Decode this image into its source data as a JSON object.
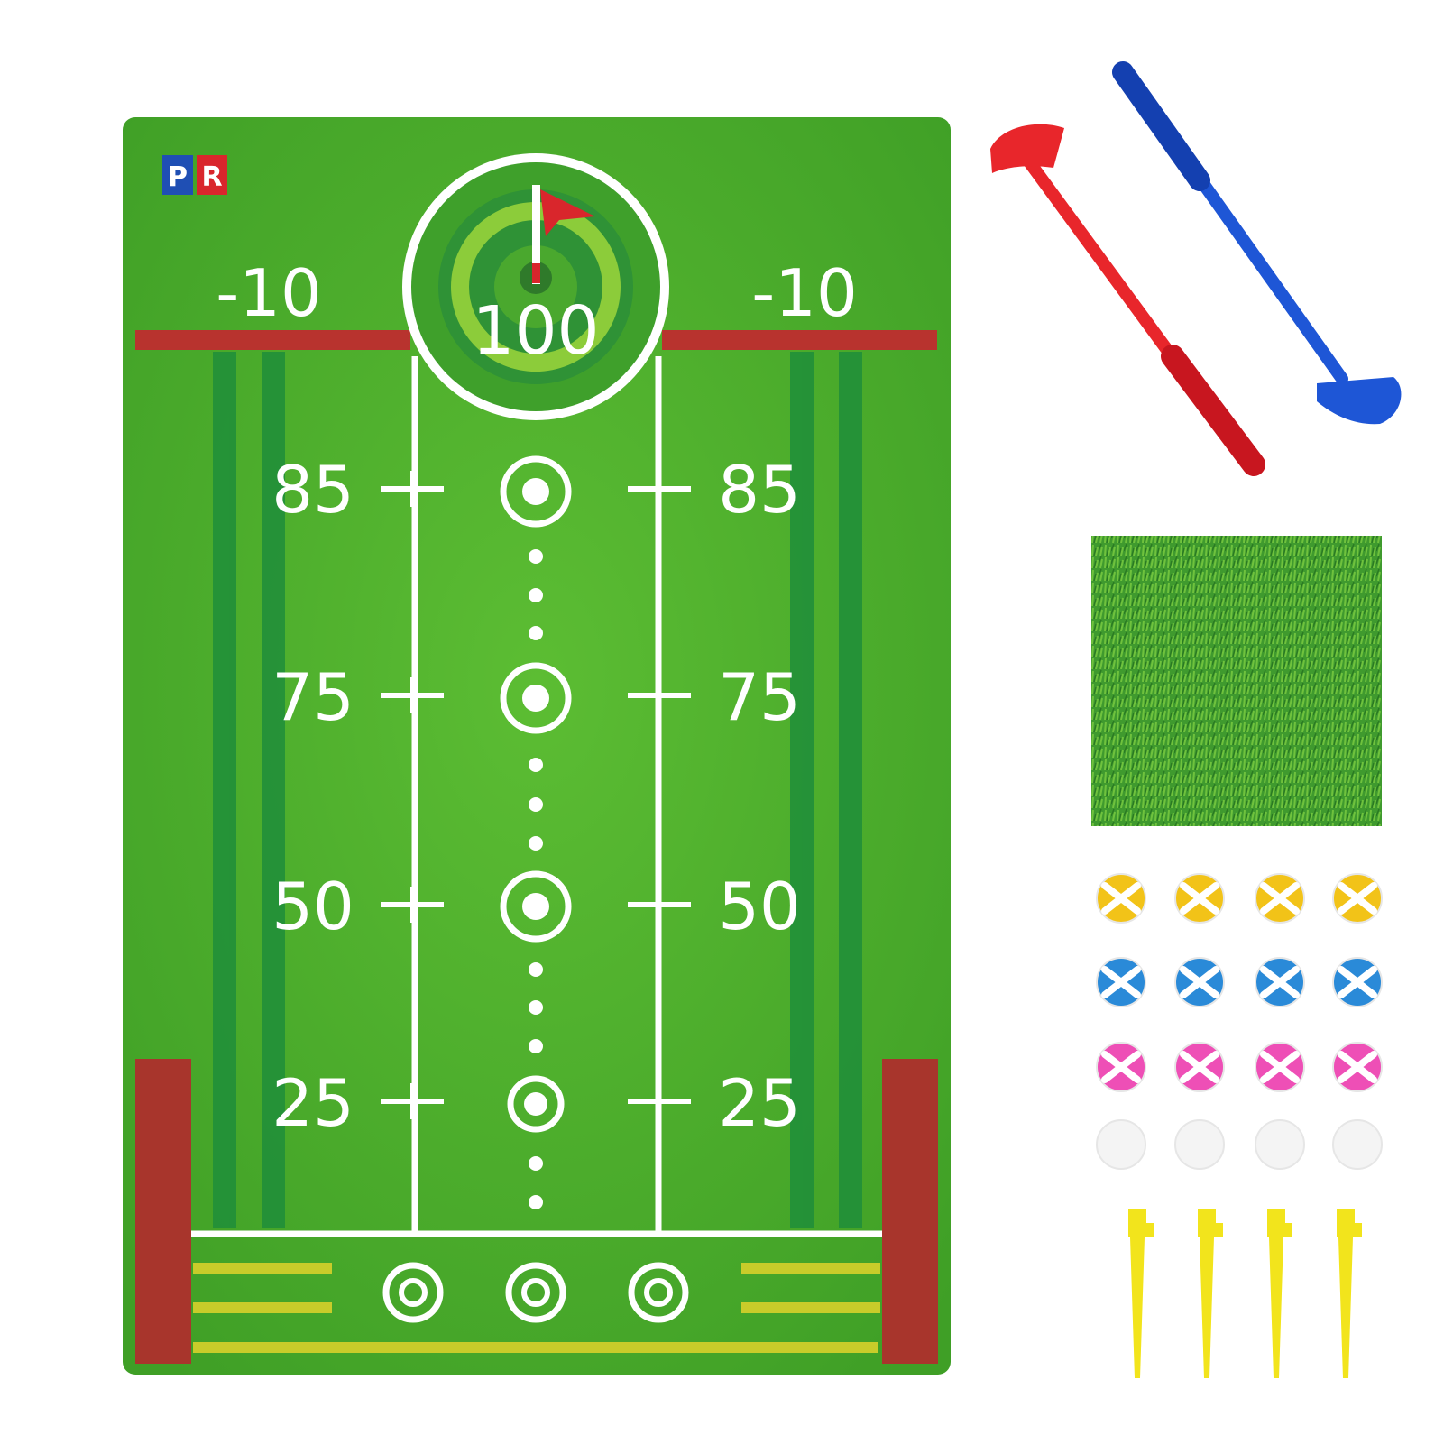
{
  "brand": {
    "letters": [
      "P",
      "R"
    ],
    "colors": [
      "#1f4fb4",
      "#d9262c"
    ]
  },
  "mat": {
    "top_scores": {
      "left": "-10",
      "center": "100",
      "right": "-10"
    },
    "rows": [
      {
        "left": "85",
        "right": "85"
      },
      {
        "left": "75",
        "right": "75"
      },
      {
        "left": "50",
        "right": "50"
      },
      {
        "left": "25",
        "right": "25"
      }
    ],
    "colors": {
      "grass": "#4fb02a",
      "grass_dark": "#2f8f2a",
      "stripe": "#1f8e3a",
      "red": "#b8332e",
      "line": "#ffffff",
      "tee_stripe": "#c8cc2a"
    }
  },
  "accessories": {
    "clubs": [
      {
        "name": "red-club",
        "color": "#e8262b"
      },
      {
        "name": "blue-club",
        "color": "#1e56d6"
      }
    ],
    "turf_color": "#3f9a2e",
    "ball_rows": [
      {
        "color": "#f2c318",
        "count": 4
      },
      {
        "color": "#2a8ad8",
        "count": 4
      },
      {
        "color": "#ee4fb6",
        "count": 4
      },
      {
        "color": "#f4f4f4",
        "count": 4
      }
    ],
    "tees": {
      "color": "#f2e41c",
      "count": 4
    }
  }
}
